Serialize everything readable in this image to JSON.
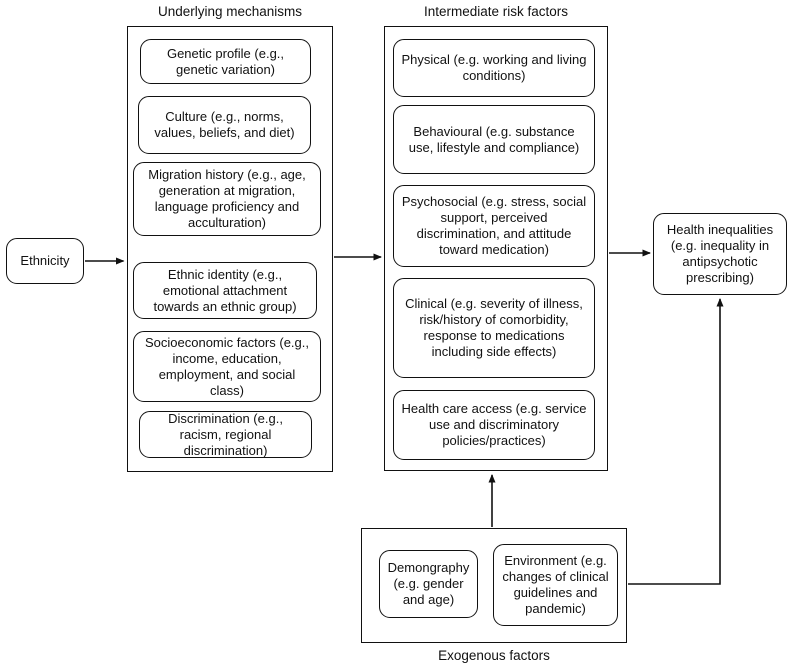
{
  "diagram": {
    "ethnicity": {
      "label": "Ethnicity"
    },
    "underlying": {
      "title": "Underlying mechanisms",
      "items": [
        "Genetic profile (e.g., genetic variation)",
        "Culture (e.g., norms, values, beliefs, and diet)",
        "Migration history (e.g., age, generation at migration, language proficiency and acculturation)",
        "Ethnic identity (e.g., emotional attachment towards an ethnic group)",
        "Socioeconomic factors (e.g., income, education, employment, and social class)",
        "Discrimination (e.g., racism, regional discrimination)"
      ]
    },
    "intermediate": {
      "title": "Intermediate risk factors",
      "items": [
        "Physical (e.g. working and living conditions)",
        "Behavioural (e.g. substance use, lifestyle and compliance)",
        "Psychosocial (e.g. stress, social support, perceived discrimination, and attitude toward medication)",
        "Clinical (e.g. severity of illness, risk/history of comorbidity, response to medications including side effects)",
        "Health care access (e.g. service use and discriminatory policies/practices)"
      ]
    },
    "outcome": {
      "label": "Health inequalities (e.g. inequality in antipsychotic prescribing)"
    },
    "exogenous": {
      "title": "Exogenous factors",
      "items": [
        "Demongraphy (e.g. gender and age)",
        "Environment (e.g. changes of clinical guidelines and pandemic)"
      ]
    },
    "colors": {
      "line": "#111111",
      "background": "#ffffff"
    }
  }
}
